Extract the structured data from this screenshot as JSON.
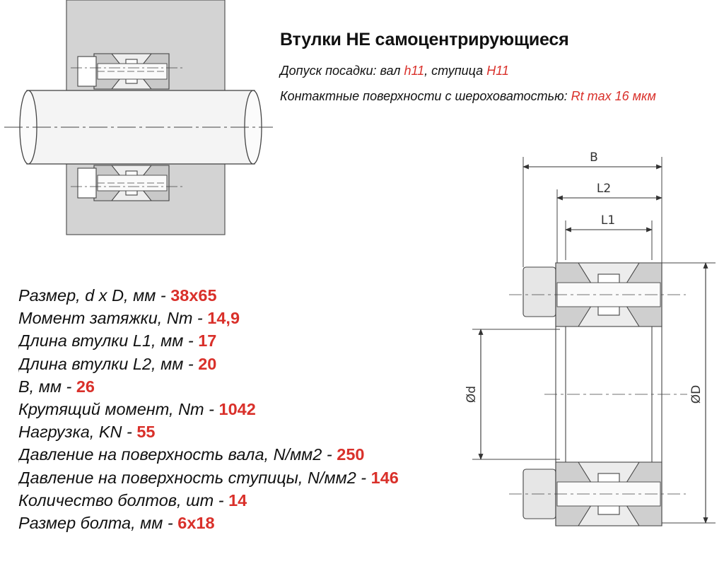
{
  "header": {
    "title": "Втулки НЕ самоцентрирующиеся",
    "fit_prefix": "Допуск посадки: вал ",
    "fit_shaft": "h11",
    "fit_middle": ", ступица ",
    "fit_hub": "H11",
    "roughness_prefix": "Контактные поверхности с шероховатостью: ",
    "roughness_value": "Rt max 16 мкм"
  },
  "specs": [
    {
      "label": "Размер, d x D, мм - ",
      "value": "38x65"
    },
    {
      "label": "Момент затяжки, Nm - ",
      "value": "14,9"
    },
    {
      "label": "Длина втулки L1, мм - ",
      "value": "17"
    },
    {
      "label": "Длина втулки L2, мм - ",
      "value": "20"
    },
    {
      "label": "B, мм - ",
      "value": "26"
    },
    {
      "label": "Крутящий момент, Nm - ",
      "value": "1042"
    },
    {
      "label": "Нагрузка, KN - ",
      "value": "55"
    },
    {
      "label": "Давление на поверхность вала, N/мм2 - ",
      "value": "250"
    },
    {
      "label": "Давление на поверхность ступицы, N/мм2 - ",
      "value": "146"
    },
    {
      "label": "Количество болтов, шт - ",
      "value": "14"
    },
    {
      "label": "Размер болта, мм - ",
      "value": "6x18"
    }
  ],
  "section_drawing": {
    "dim_B": "B",
    "dim_L2": "L2",
    "dim_L1": "L1",
    "dim_d": "Ød",
    "dim_D": "ØD"
  },
  "colors": {
    "accent": "#d9302a",
    "hub_gray": "#d3d3d3",
    "part_gray": "#e0e0e0"
  }
}
